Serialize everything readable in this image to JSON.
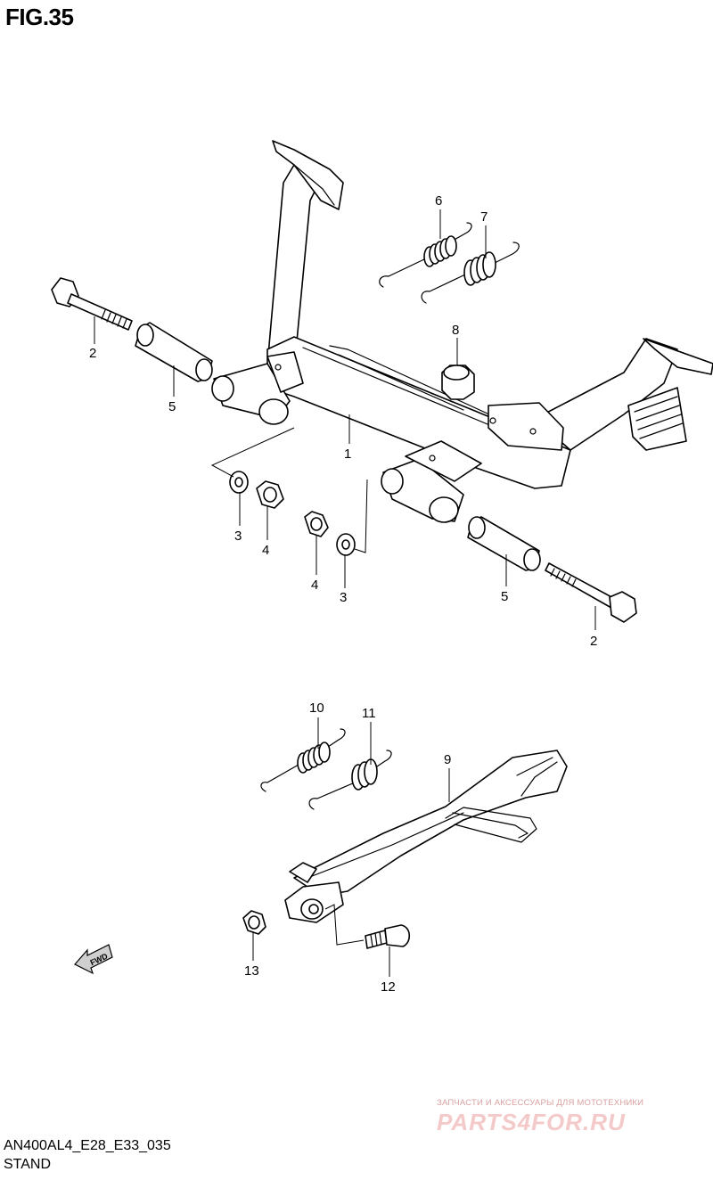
{
  "title": "FIG.35",
  "model_code": "AN400AL4_E28_E33_035",
  "assembly_name": "STAND",
  "fwd_label": "FWD",
  "watermark": {
    "line1": "ЗАПЧАСТИ И АКСЕССУАРЫ ДЛЯ МОТОТЕХНИКИ",
    "logo": "PARTS4FOR.RU"
  },
  "callouts": {
    "c1": "1",
    "c2a": "2",
    "c2b": "2",
    "c3a": "3",
    "c3b": "3",
    "c4a": "4",
    "c4b": "4",
    "c5a": "5",
    "c5b": "5",
    "c6": "6",
    "c7": "7",
    "c8": "8",
    "c9": "9",
    "c10": "10",
    "c11": "11",
    "c12": "12",
    "c13": "13"
  }
}
